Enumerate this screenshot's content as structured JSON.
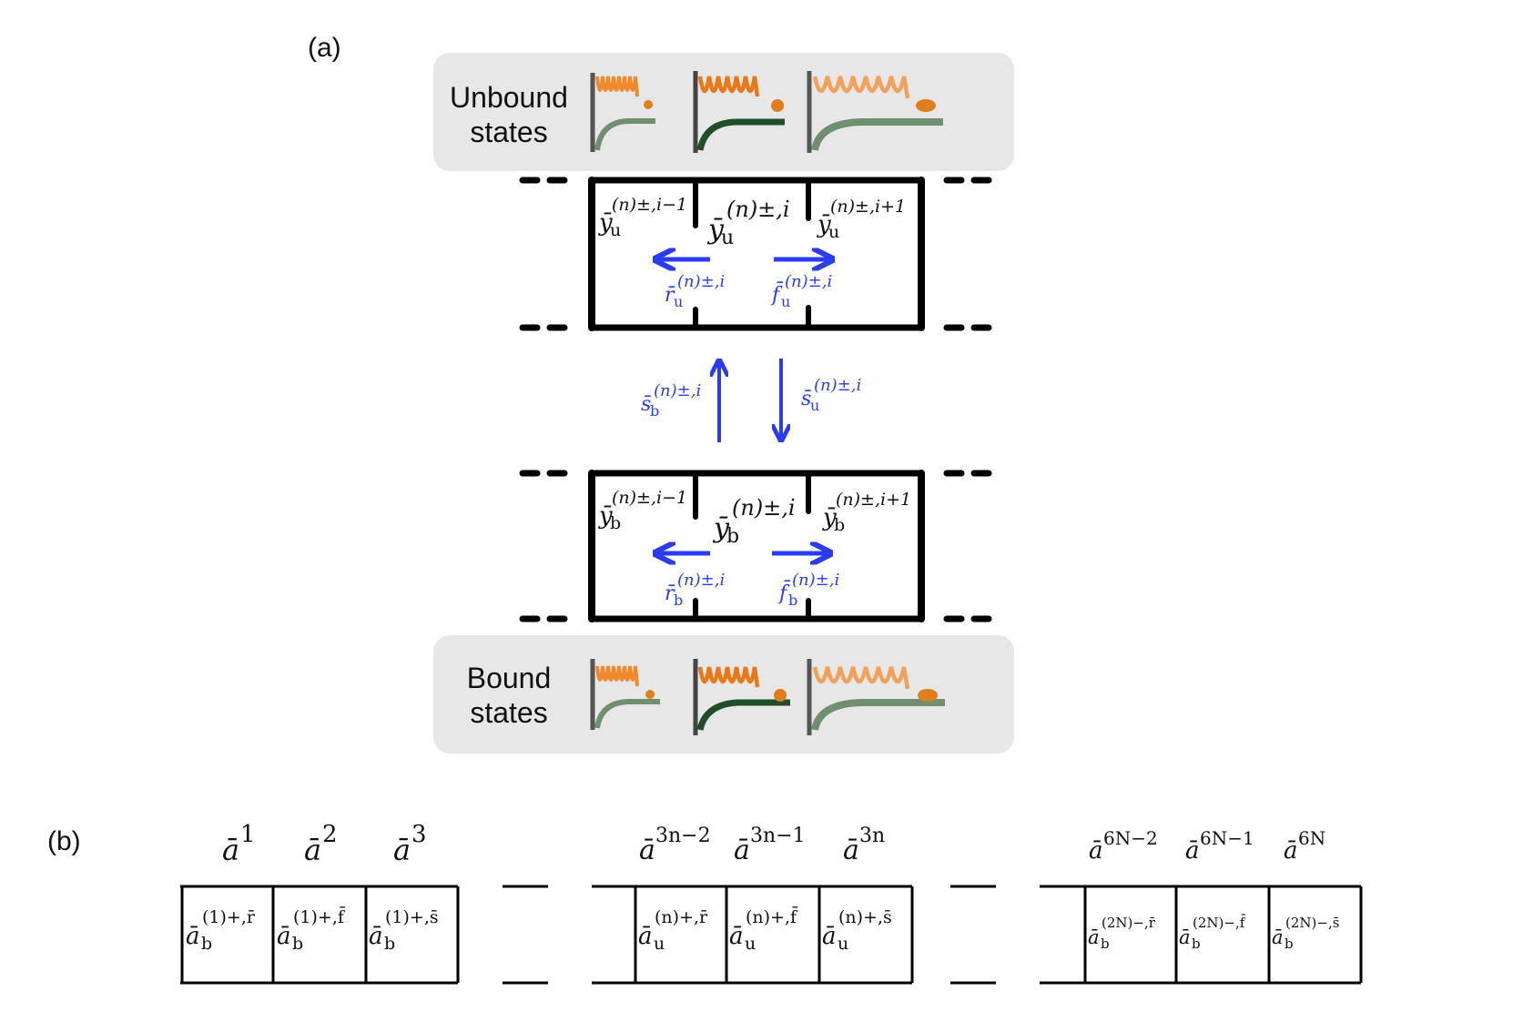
{
  "panels": {
    "a": "(a)",
    "b": "(b)"
  },
  "unbound": {
    "line1": "Unbound",
    "line2": "states"
  },
  "bound": {
    "line1": "Bound",
    "line2": "states"
  },
  "colors": {
    "arrow": "#2a3cf0",
    "spring": "#ef8a2e",
    "potential_light": "#6f8f6f",
    "potential_dark": "#1f4f28",
    "box": "#e7e7e7"
  },
  "upper_box": {
    "left": {
      "base": "ȳ",
      "sub": "u",
      "sup": "(n)±,i−1"
    },
    "mid": {
      "base": "ȳ",
      "sub": "u",
      "sup": "(n)±,i"
    },
    "right": {
      "base": "ȳ",
      "sub": "u",
      "sup": "(n)±,i+1"
    },
    "r": {
      "base": "r̄",
      "sub": "u",
      "sup": "(n)±,i"
    },
    "f": {
      "base": "f̄",
      "sub": "u",
      "sup": "(n)±,i"
    }
  },
  "lower_box": {
    "left": {
      "base": "ȳ",
      "sub": "b",
      "sup": "(n)±,i−1"
    },
    "mid": {
      "base": "ȳ",
      "sub": "b",
      "sup": "(n)±,i"
    },
    "right": {
      "base": "ȳ",
      "sub": "b",
      "sup": "(n)±,i+1"
    },
    "r": {
      "base": "r̄",
      "sub": "b",
      "sup": "(n)±,i"
    },
    "f": {
      "base": "f̄",
      "sub": "b",
      "sup": "(n)±,i"
    }
  },
  "transitions": {
    "s_b": {
      "base": "s̄",
      "sub": "b",
      "sup": "(n)±,i"
    },
    "s_u": {
      "base": "s̄",
      "sub": "u",
      "sup": "(n)±,i"
    }
  },
  "vector_top": [
    {
      "base": "ā",
      "sup": "1"
    },
    {
      "base": "ā",
      "sup": "2"
    },
    {
      "base": "ā",
      "sup": "3"
    },
    {
      "base": "ā",
      "sup": "3n−2"
    },
    {
      "base": "ā",
      "sup": "3n−1"
    },
    {
      "base": "ā",
      "sup": "3n"
    },
    {
      "base": "ā",
      "sup": "6N−2"
    },
    {
      "base": "ā",
      "sup": "6N−1"
    },
    {
      "base": "ā",
      "sup": "6N"
    }
  ],
  "vector_cells": [
    {
      "base": "ā",
      "sub": "b",
      "sup": "(1)+,r̄"
    },
    {
      "base": "ā",
      "sub": "b",
      "sup": "(1)+,f̄"
    },
    {
      "base": "ā",
      "sub": "b",
      "sup": "(1)+,s̄"
    },
    {
      "base": "ā",
      "sub": "u",
      "sup": "(n)+,r̄"
    },
    {
      "base": "ā",
      "sub": "u",
      "sup": "(n)+,f̄"
    },
    {
      "base": "ā",
      "sub": "u",
      "sup": "(n)+,s̄"
    },
    {
      "base": "ā",
      "sub": "b",
      "sup": "(2N)−,r̄"
    },
    {
      "base": "ā",
      "sub": "b",
      "sup": "(2N)−,f̄"
    },
    {
      "base": "ā",
      "sub": "b",
      "sup": "(2N)−,s̄"
    }
  ]
}
